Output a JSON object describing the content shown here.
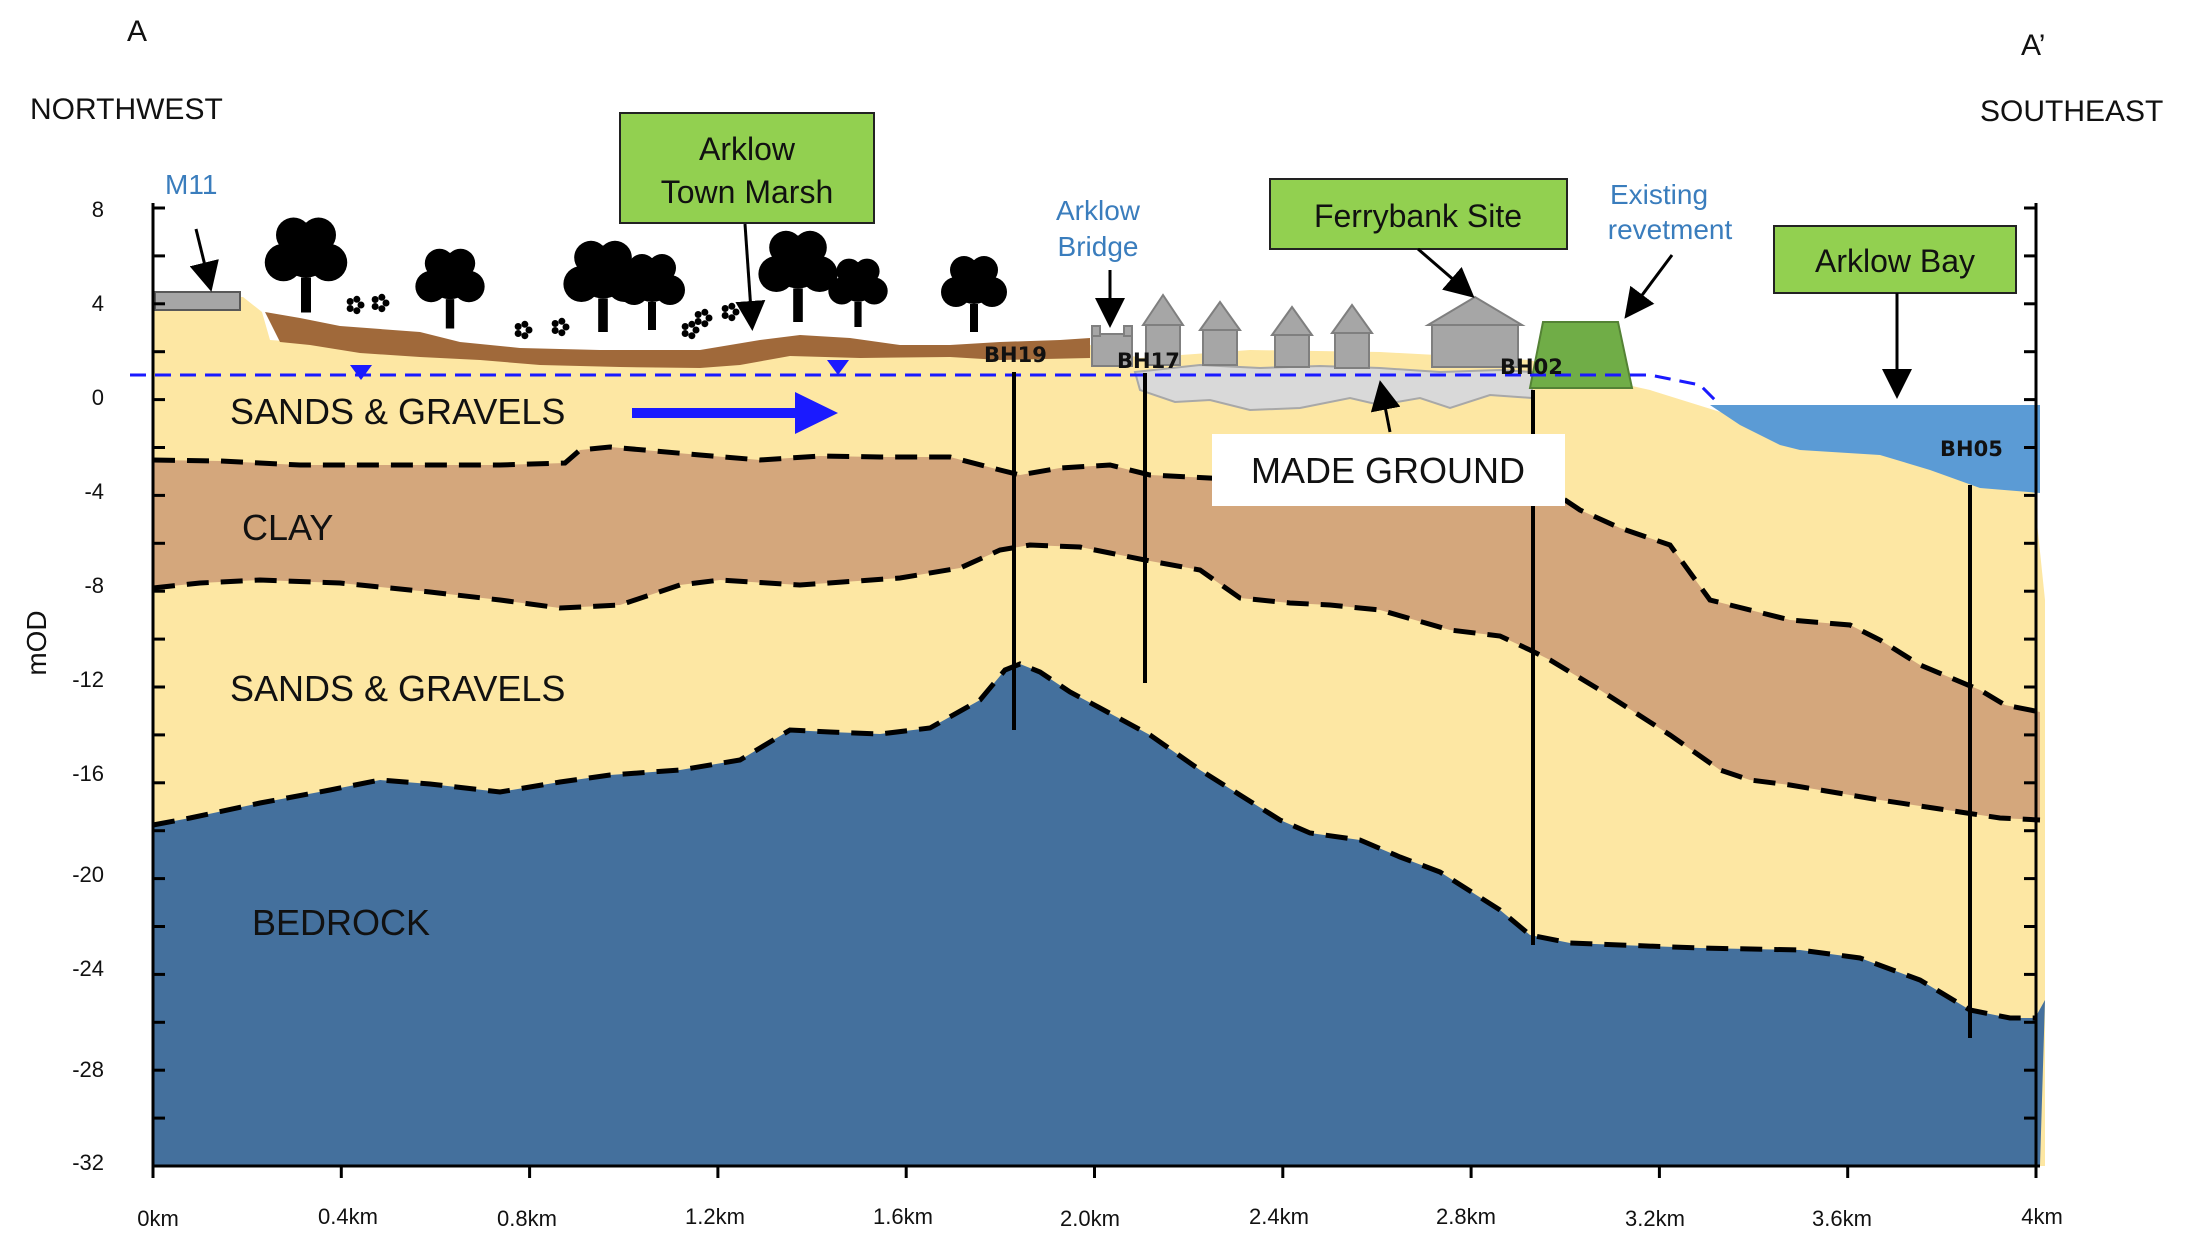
{
  "section": {
    "start_letter": "A",
    "end_letter": "A’",
    "start_direction": "NORTHWEST",
    "end_direction": "SOUTHEAST"
  },
  "axis": {
    "y_label": "mOD",
    "y_ticks": [
      "8",
      "4",
      "0",
      "-4",
      "-8",
      "-12",
      "-16",
      "-20",
      "-24",
      "-28",
      "-32"
    ],
    "x_ticks": [
      "0km",
      "0.4km",
      "0.8km",
      "1.2km",
      "1.6km",
      "2.0km",
      "2.4km",
      "2.8km",
      "3.2km",
      "3.6km",
      "4km"
    ]
  },
  "layers": {
    "upper_sands": "SANDS & GRAVELS",
    "clay": "CLAY",
    "lower_sands": "SANDS & GRAVELS",
    "bedrock": "BEDROCK"
  },
  "callouts": {
    "town_marsh": [
      "Arklow",
      "Town Marsh"
    ],
    "ferrybank": "Ferrybank Site",
    "bay": "Arklow Bay",
    "made_ground": "MADE GROUND"
  },
  "labels": {
    "m11": "M11",
    "bridge": [
      "Arklow",
      "Bridge"
    ],
    "revetment": [
      "Existing",
      "revetment"
    ]
  },
  "boreholes": [
    "BH19",
    "BH17",
    "BH02",
    "BH05"
  ],
  "colors": {
    "sand": "#fde7a3",
    "clay": "#d4a77c",
    "bedrock": "#44709d",
    "marsh": "#a0693a",
    "sea": "#5b9bd5",
    "made_ground": "#d9d9d9",
    "callout_green": "#92d050",
    "revetment_green": "#70ad47",
    "water_line": "#1a1aff",
    "label_blue": "#3a7dbd"
  }
}
